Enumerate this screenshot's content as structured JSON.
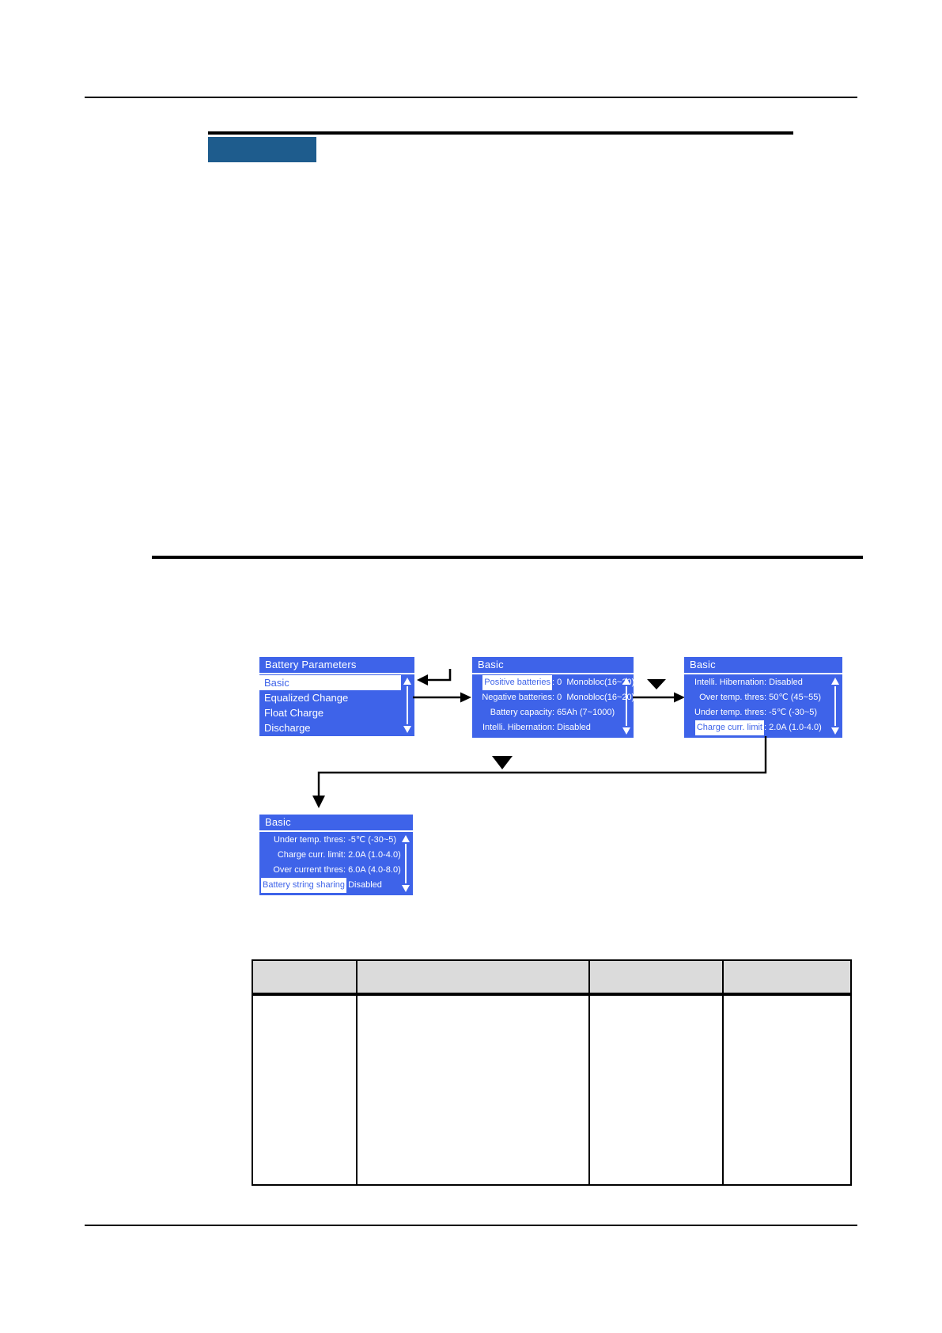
{
  "colors": {
    "screen_blue": "#3E63E9",
    "screen_text": "#FFFFFF",
    "badge_blue": "#1E5C8D",
    "table_header_gray": "#DBDBDB",
    "line_black": "#000000"
  },
  "icons": {
    "enter_arrow": "↵",
    "flow_arrow_right": "→",
    "step_down_triangle": "▼",
    "scroll_up_triangle": "▲",
    "scroll_down_triangle": "▼"
  },
  "screens": [
    {
      "title": "Battery Parameters",
      "items": [
        {
          "text": "Basic",
          "selected": true
        },
        {
          "text": "Equalized Change",
          "selected": false
        },
        {
          "text": "Float Charge",
          "selected": false
        },
        {
          "text": "Discharge",
          "selected": false
        }
      ]
    },
    {
      "title": "Basic",
      "items": [
        {
          "label": "Positive batteries",
          "value": ": 0  Monobloc(16~20)",
          "highlighted": true
        },
        {
          "label": "Negative batteries",
          "value": ": 0  Monobloc(16~20)",
          "highlighted": false
        },
        {
          "label": "Battery capacity",
          "value": ": 65Ah (7~1000)",
          "highlighted": false
        },
        {
          "label": "Intelli. Hibernation",
          "value": ": Disabled",
          "highlighted": false
        }
      ]
    },
    {
      "title": "Basic",
      "items": [
        {
          "label": "Intelli. Hibernation",
          "value": ": Disabled",
          "highlighted": false
        },
        {
          "label": "Over temp. thres",
          "value": ": 50℃ (45~55)",
          "highlighted": false
        },
        {
          "label": "Under temp. thres",
          "value": ": -5℃ (-30~5)",
          "highlighted": false
        },
        {
          "label": "Charge curr. limit",
          "value": ": 2.0A (1.0-4.0)",
          "highlighted": true
        }
      ]
    },
    {
      "title": "Basic",
      "items": [
        {
          "label": "Under temp. thres",
          "value": ": -5℃ (-30~5)",
          "highlighted": false
        },
        {
          "label": "Charge curr. limit",
          "value": ": 2.0A (1.0-4.0)",
          "highlighted": false
        },
        {
          "label": "Over current thres",
          "value": ": 6.0A (4.0-8.0)",
          "highlighted": false
        },
        {
          "label": "Battery string sharing",
          "value": ": Disabled",
          "highlighted": true
        }
      ]
    }
  ],
  "table": {
    "columns": 4,
    "rows": 2,
    "header_cells": [
      "",
      "",
      "",
      ""
    ],
    "body_cells": [
      "",
      "",
      "",
      ""
    ]
  }
}
